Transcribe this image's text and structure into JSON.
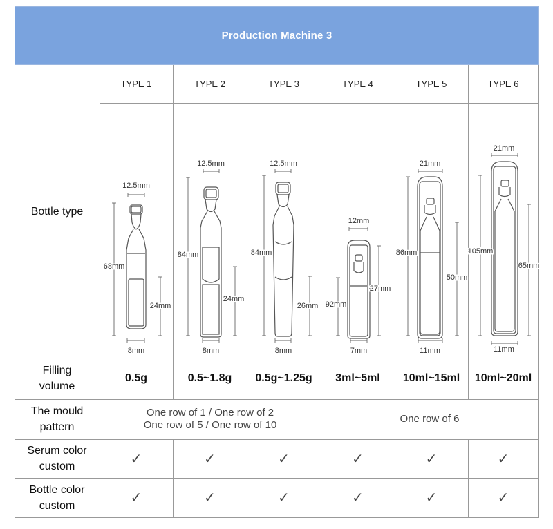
{
  "title": "Production Machine 3",
  "row_labels": {
    "bottle_type": "Bottle type",
    "filling_volume": [
      "Filling",
      "volume"
    ],
    "mould_pattern": [
      "The mould",
      "pattern"
    ],
    "serum_color": [
      "Serum color",
      "custom"
    ],
    "bottle_color": [
      "Bottle color",
      "custom"
    ]
  },
  "types": [
    {
      "name": "TYPE 1",
      "width_top": "12.5mm",
      "height": "68mm",
      "lower": "24mm",
      "width_bottom": "8mm",
      "filling": "0.5g"
    },
    {
      "name": "TYPE 2",
      "width_top": "12.5mm",
      "height": "84mm",
      "lower": "24mm",
      "width_bottom": "8mm",
      "filling": "0.5~1.8g"
    },
    {
      "name": "TYPE 3",
      "width_top": "12.5mm",
      "height": "84mm",
      "lower": "26mm",
      "width_bottom": "8mm",
      "filling": "0.5g~1.25g"
    },
    {
      "name": "TYPE 4",
      "width_top": "12mm",
      "height": "92mm",
      "lower": "27mm",
      "width_bottom": "7mm",
      "filling": "3ml~5ml"
    },
    {
      "name": "TYPE 5",
      "width_top": "21mm",
      "height": "86mm",
      "lower": "50mm",
      "width_bottom": "11mm",
      "filling": "10ml~15ml"
    },
    {
      "name": "TYPE 6",
      "width_top": "21mm",
      "height": "105mm",
      "lower": "65mm",
      "width_bottom": "11mm",
      "filling": "10ml~20ml"
    }
  ],
  "mould": {
    "group1": [
      "One row of 1 / One row of 2",
      "One row of 5 / One row of 10"
    ],
    "group2": "One row of 6"
  },
  "check_glyph": "✓",
  "colors": {
    "header_bg": "#7aa3de",
    "grid": "#999999"
  }
}
